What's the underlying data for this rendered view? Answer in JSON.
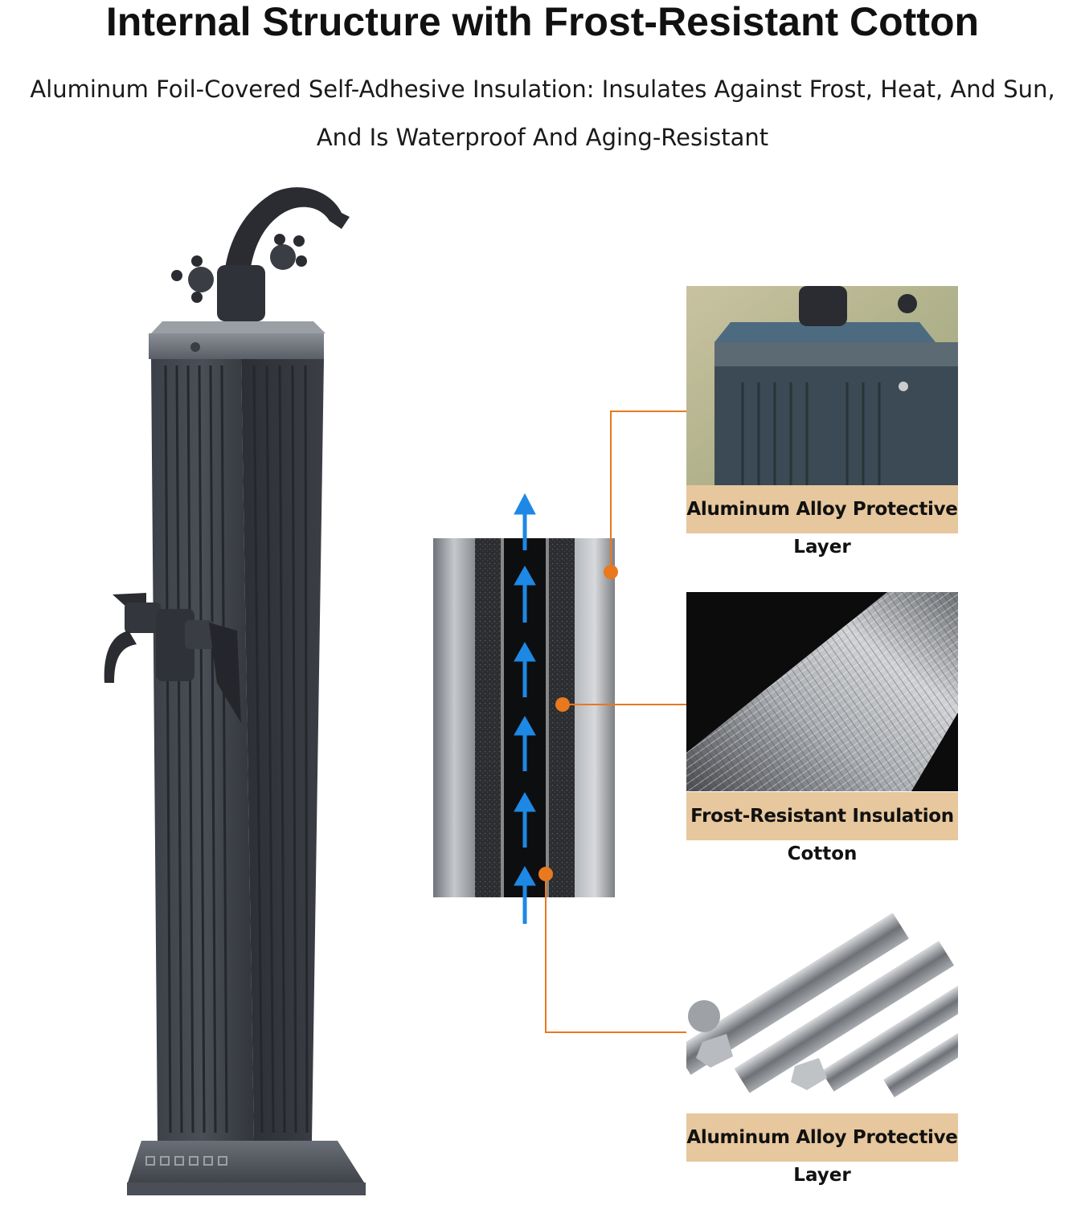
{
  "header": {
    "title": "Internal Structure with Frost-Resistant Cotton",
    "subtitle_line1": "Aluminum Foil-Covered Self-Adhesive Insulation: Insulates Against Frost, Heat, And Sun,",
    "subtitle_line2": "And Is Waterproof And Aging-Resistant"
  },
  "callouts": [
    {
      "label_line1": "Aluminum Alloy Protective",
      "label_line2": "Layer"
    },
    {
      "label_line1": "Frost-Resistant Insulation",
      "label_line2": "Cotton"
    },
    {
      "label_line1": "Aluminum Alloy Protective",
      "label_line2": "Layer"
    }
  ],
  "colors": {
    "accent_orange": "#e8791f",
    "arrow_blue": "#1e88e5",
    "label_band": "#e7c79d"
  }
}
